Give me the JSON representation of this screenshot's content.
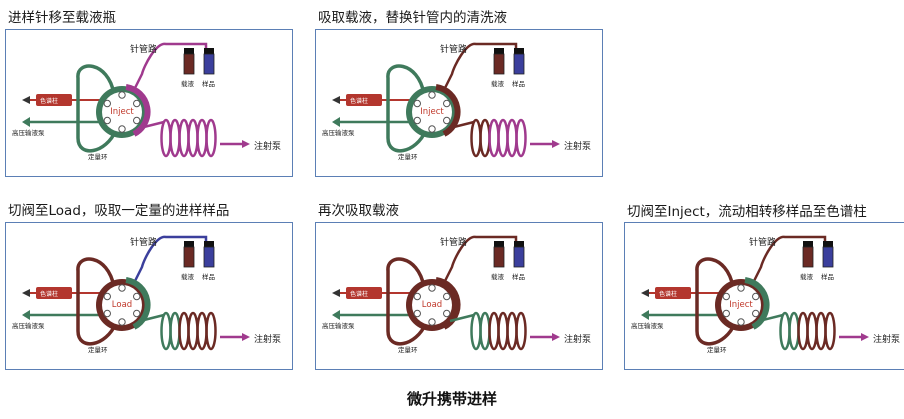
{
  "caption": "微升携带进样",
  "labels": {
    "needle": "针管路",
    "carrier": "载液",
    "sample": "样品",
    "column": "色谱柱",
    "pump": "高压输液泵",
    "loop": "定量环",
    "syringe": "注射泵"
  },
  "steps": [
    {
      "title": "进样针移至载液瓶",
      "valve": "Inject"
    },
    {
      "title": "吸取载液，替换针管内的清洗液",
      "valve": "Inject"
    },
    {
      "title": "切阀至Load，吸取一定量的进样样品",
      "valve": "Load"
    },
    {
      "title": "再次吸取载液",
      "valve": "Load"
    },
    {
      "title": "切阀至Inject，流动相转移样品至色谱柱",
      "valve": "Inject"
    }
  ],
  "colors": {
    "loop_green": "#3f7a5c",
    "carrier_brown": "#6b2a24",
    "sample_blue": "#3b3f9c",
    "syringe_magenta": "#a03a8e",
    "column_red": "#b3362e",
    "panel_border": "#5b7fb5"
  }
}
